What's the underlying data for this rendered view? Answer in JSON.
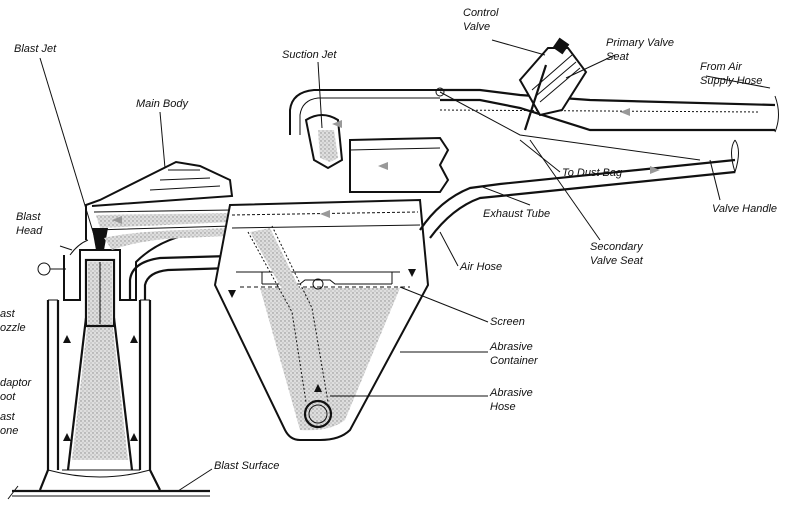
{
  "labels": {
    "blast_jet": "Blast Jet",
    "main_body": "Main Body",
    "suction_jet": "Suction Jet",
    "control_valve_1": "Control",
    "control_valve_2": "Valve",
    "primary_valve_seat_1": "Primary Valve",
    "primary_valve_seat_2": "Seat",
    "from_air_supply_hose_1": "From Air",
    "from_air_supply_hose_2": "Supply Hose",
    "to_dust_bag": "To Dust Bag",
    "valve_handle": "Valve Handle",
    "exhaust_tube": "Exhaust Tube",
    "secondary_valve_seat_1": "Secondary",
    "secondary_valve_seat_2": "Valve Seat",
    "air_hose": "Air Hose",
    "blast_head_1": "Blast",
    "blast_head_2": "Head",
    "blast_nozzle_1": "ast",
    "blast_nozzle_2": "ozzle",
    "adaptor_boot_1": "daptor",
    "adaptor_boot_2": "oot",
    "blast_cone_1": "ast",
    "blast_cone_2": "one",
    "screen": "Screen",
    "abrasive_container_1": "Abrasive",
    "abrasive_container_2": "Container",
    "abrasive_hose_1": "Abrasive",
    "abrasive_hose_2": "Hose",
    "blast_surface": "Blast Surface"
  },
  "colors": {
    "line": "#111111",
    "abrasive_fill": "#c8c8c8",
    "flow_arrow": "#999999"
  }
}
